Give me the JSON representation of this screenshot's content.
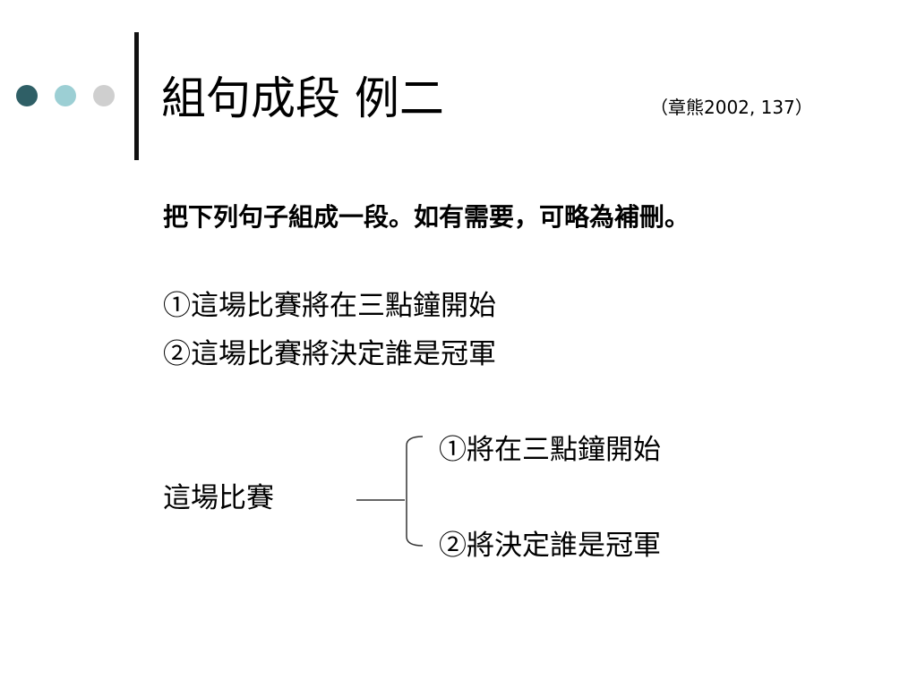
{
  "slide": {
    "title": "組句成段 例二",
    "citation": "（章熊2002, 137）",
    "instruction": "把下列句子組成一段。如有需要，可略為補刪。",
    "sentences": [
      "①這場比賽將在三點鐘開始",
      "②這場比賽將決定誰是冠軍"
    ],
    "diagram": {
      "subject": "這場比賽",
      "branches": [
        "①將在三點鐘開始",
        "②將決定誰是冠軍"
      ]
    }
  },
  "colors": {
    "dot_dark": "#2f5f66",
    "dot_light": "#9ccfd4",
    "dot_gray": "#cfcfcf",
    "text": "#000000"
  }
}
